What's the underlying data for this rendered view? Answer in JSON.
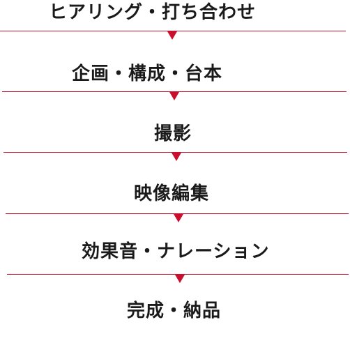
{
  "accent_color": "#c8102e",
  "steps": [
    {
      "label": "ヒアリング・打ち合わせ"
    },
    {
      "label": "企画・構成・台本"
    },
    {
      "label": "撮影"
    },
    {
      "label": "映像編集"
    },
    {
      "label": "効果音・ナレーション"
    },
    {
      "label": "完成・納品"
    }
  ]
}
